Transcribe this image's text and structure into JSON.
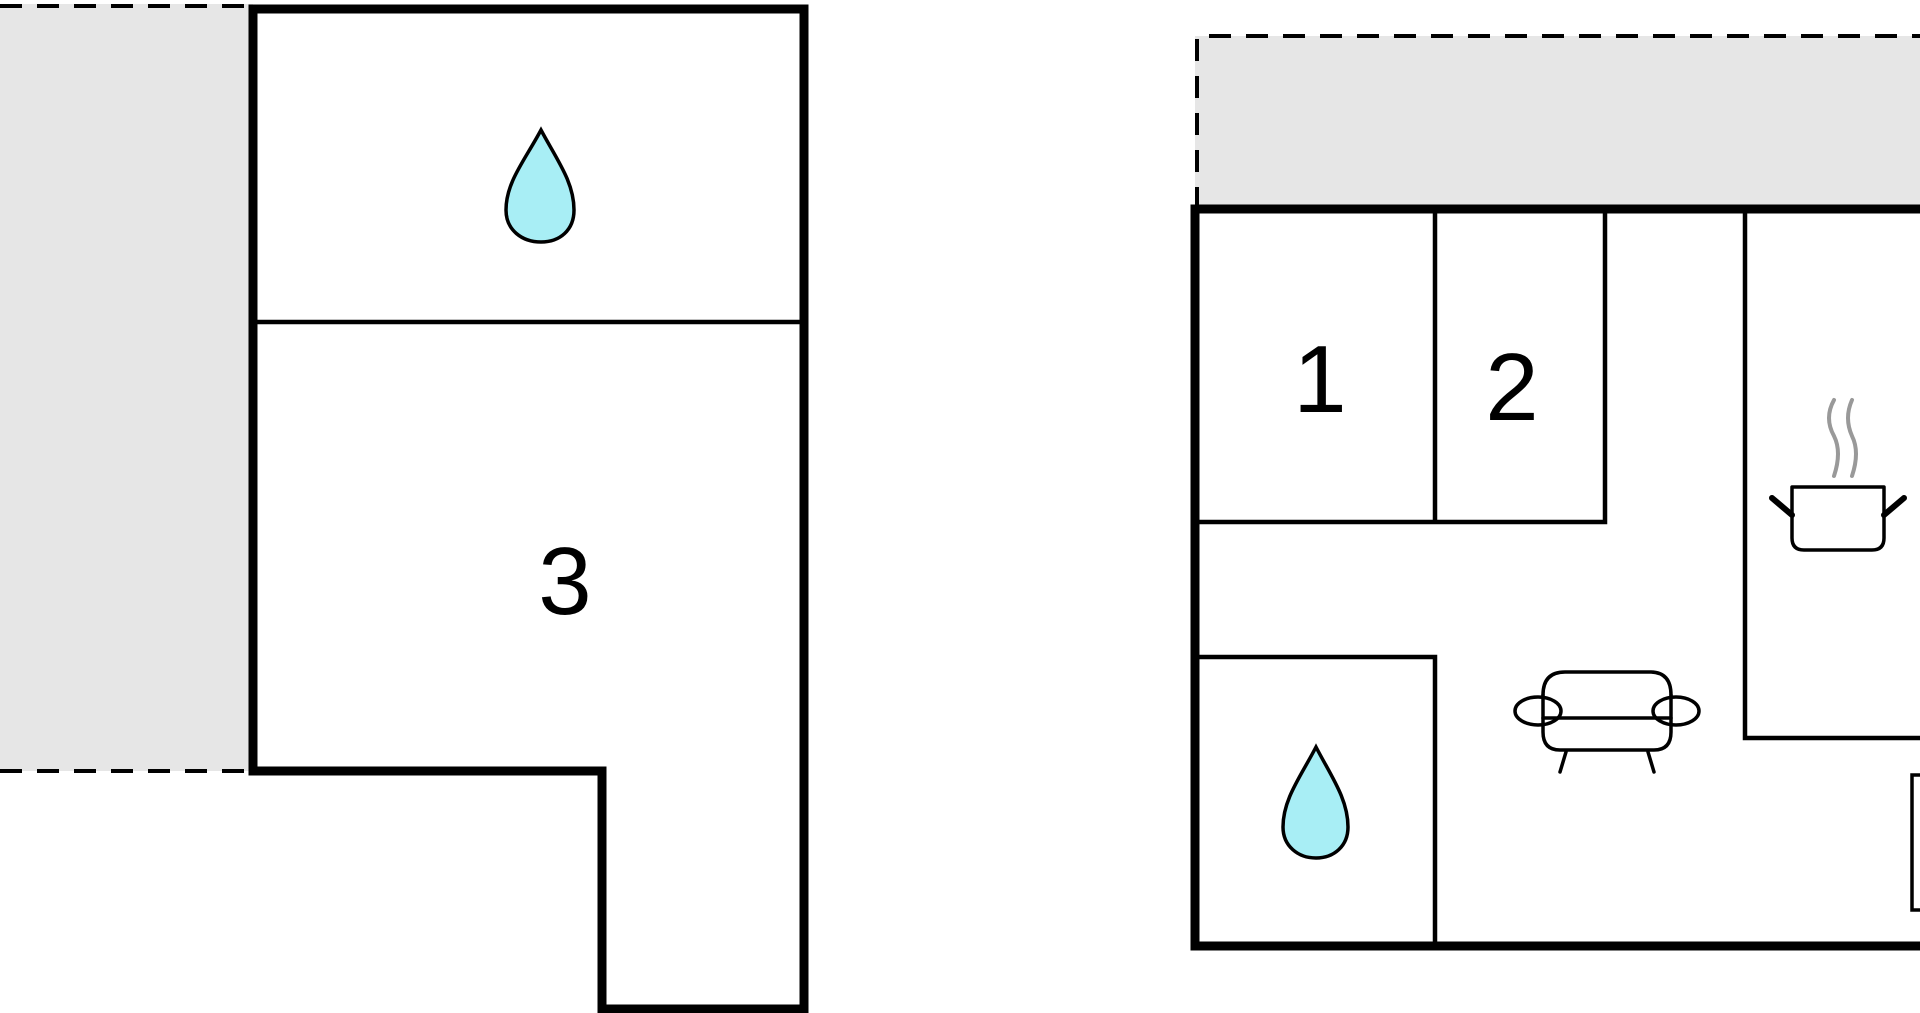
{
  "floorplan": {
    "colors": {
      "background": "#ffffff",
      "wall": "#000000",
      "outdoor_area": "#e6e6e6",
      "bathroom_icon": "#a8eef5",
      "steam": "#999999"
    },
    "left_building": {
      "rooms": [
        {
          "label": "",
          "icon": "water-drop-icon"
        },
        {
          "label": "3"
        }
      ]
    },
    "right_building": {
      "rooms": [
        {
          "label": "1"
        },
        {
          "label": "2"
        },
        {
          "label": "",
          "icon": "water-drop-icon"
        },
        {
          "label": "",
          "icon": "sofa-icon"
        },
        {
          "label": "",
          "icon": "cooking-pot-icon"
        }
      ]
    }
  }
}
